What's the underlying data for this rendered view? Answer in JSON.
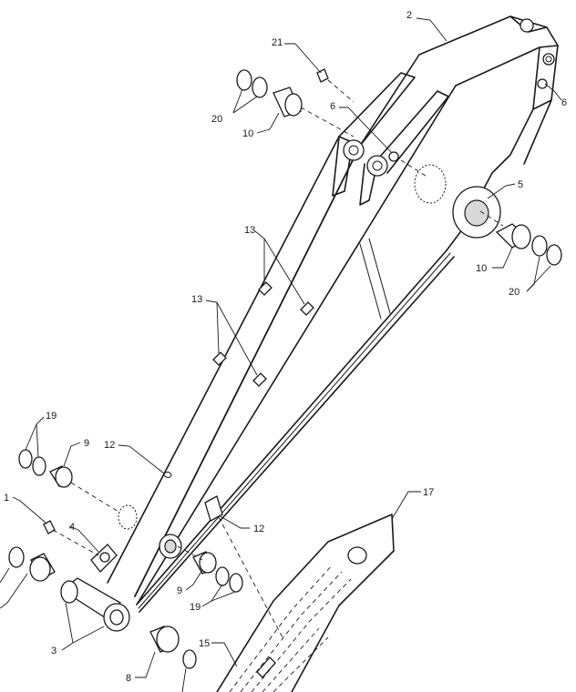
{
  "callouts": [
    {
      "id": "c2",
      "text": "2"
    },
    {
      "id": "c21",
      "text": "21"
    },
    {
      "id": "c20a",
      "text": "20"
    },
    {
      "id": "c10a",
      "text": "10"
    },
    {
      "id": "c6a",
      "text": "6"
    },
    {
      "id": "c6b",
      "text": "6"
    },
    {
      "id": "c5",
      "text": "5"
    },
    {
      "id": "c10b",
      "text": "10"
    },
    {
      "id": "c20b",
      "text": "20"
    },
    {
      "id": "c13a",
      "text": "13"
    },
    {
      "id": "c13b",
      "text": "13"
    },
    {
      "id": "c19a",
      "text": "19"
    },
    {
      "id": "c9a",
      "text": "9"
    },
    {
      "id": "c12a",
      "text": "12"
    },
    {
      "id": "c1",
      "text": "1"
    },
    {
      "id": "c4",
      "text": "4"
    },
    {
      "id": "c12b",
      "text": "12"
    },
    {
      "id": "c17",
      "text": "17"
    },
    {
      "id": "c9b",
      "text": "9"
    },
    {
      "id": "c19b",
      "text": "19"
    },
    {
      "id": "c3",
      "text": "3"
    },
    {
      "id": "c15",
      "text": "15"
    },
    {
      "id": "c8",
      "text": "8"
    }
  ]
}
